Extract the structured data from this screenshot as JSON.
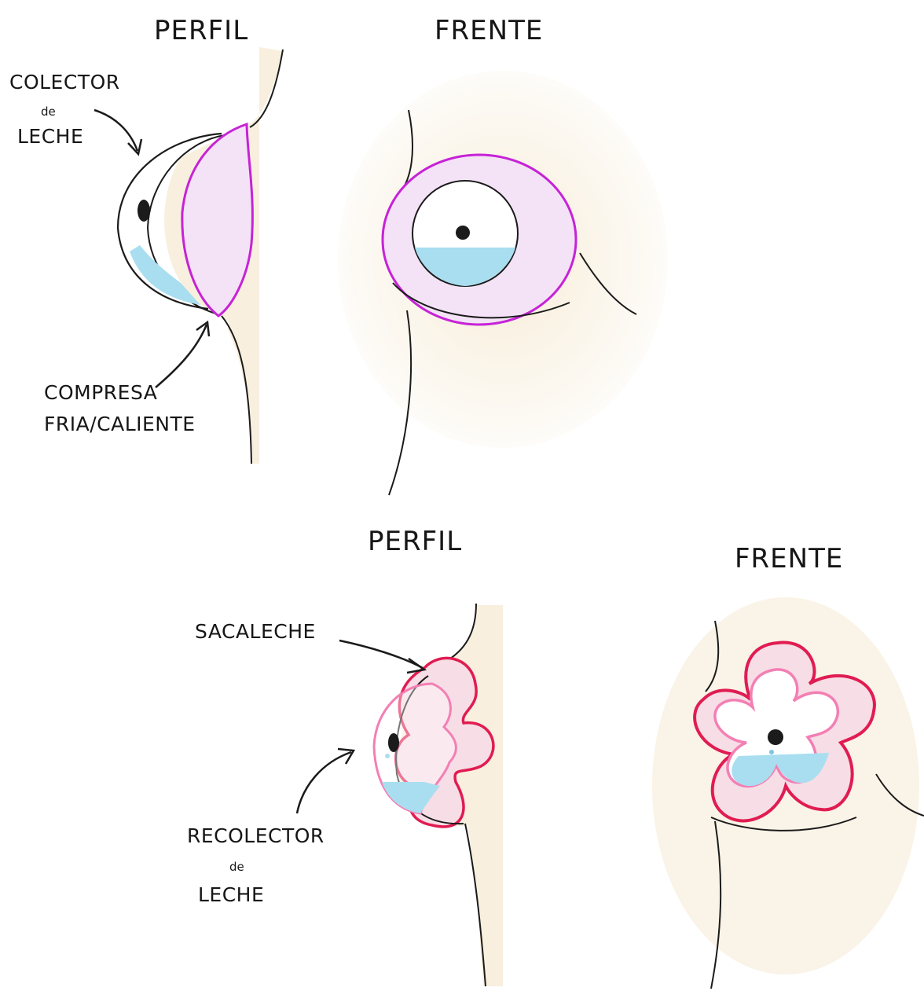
{
  "top": {
    "profile_title": "PERFIL",
    "front_title": "FRENTE",
    "collector_label": {
      "line1": "COLECTOR",
      "line2": "de",
      "line3": "LECHE"
    },
    "compress_label": {
      "line1": "COMPRESA",
      "line2": "FRIA/CALIENTE"
    }
  },
  "bottom": {
    "profile_title": "PERFIL",
    "front_title": "FRENTE",
    "pump_label": "SACALECHE",
    "collector_label": {
      "line1": "RECOLECTOR",
      "line2": "de",
      "line3": "LECHE"
    }
  },
  "colors": {
    "skin": "#f6ead3",
    "outline": "#1b1b1b",
    "compress": "#c623d6",
    "compress_fill": "#f4e3f6",
    "pump": "#e01c52",
    "pump_inner": "#f37fb4",
    "pump_fill": "#f7dde5",
    "milk": "#a8def0"
  }
}
